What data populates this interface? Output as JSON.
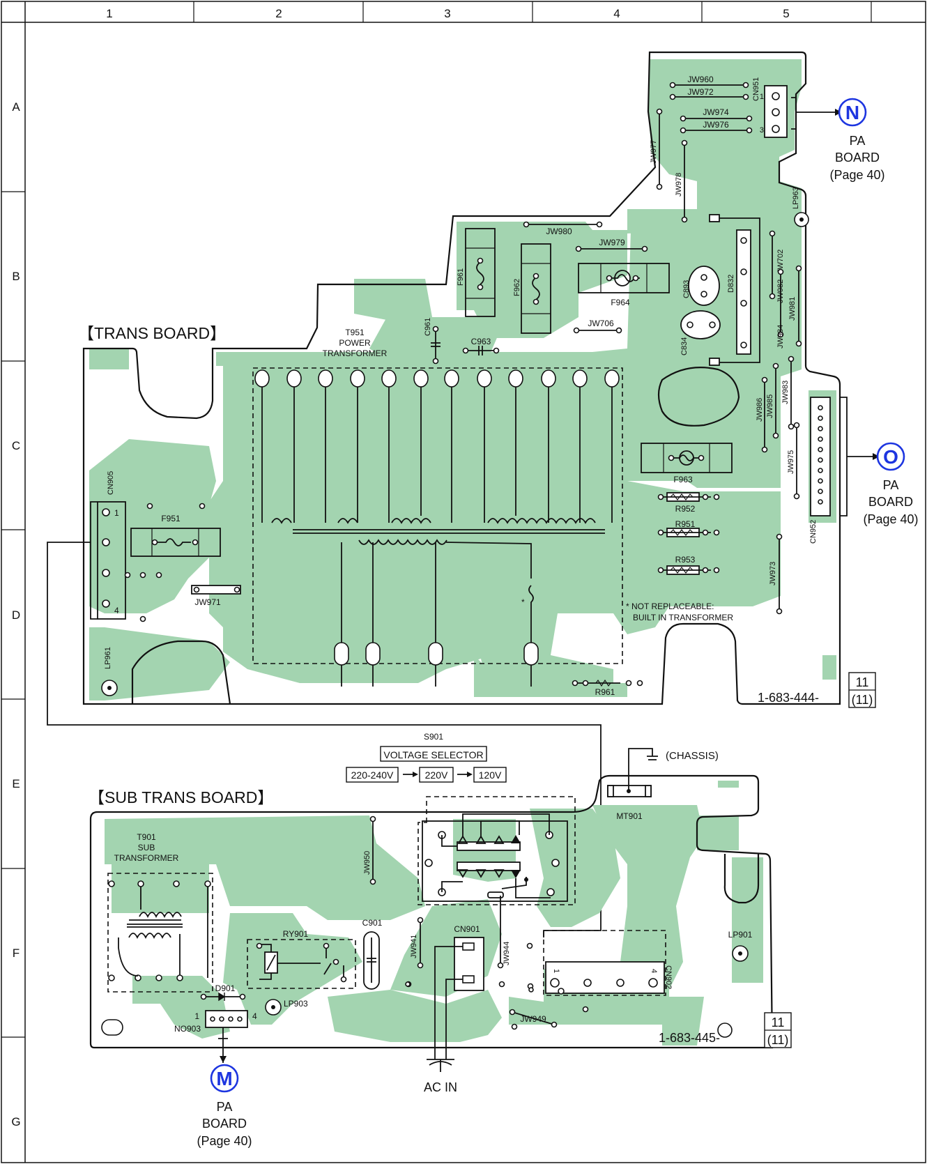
{
  "grid": {
    "columns": [
      "1",
      "2",
      "3",
      "4",
      "5"
    ],
    "rows": [
      "A",
      "B",
      "C",
      "D",
      "E",
      "F",
      "G"
    ]
  },
  "trans_board": {
    "title": "【TRANS BOARD】",
    "transformer": {
      "ref": "T951",
      "line1": "POWER",
      "line2": "TRANSFORMER"
    },
    "note": {
      "line1": "* NOT REPLACEABLE:",
      "line2": "BUILT IN TRANSFORMER",
      "star": "*"
    },
    "part_number": "1-683-444-",
    "rev_top": "11",
    "rev_bottom": "(11)",
    "labels": {
      "cn905": "CN905",
      "f951": "F951",
      "jw971": "JW971",
      "lp961": "LP961",
      "c961": "C961",
      "c963": "C963",
      "f961": "F961",
      "f962": "F962",
      "jw980": "JW980",
      "jw979": "JW979",
      "f964": "F964",
      "jw706": "JW706",
      "c893": "C893",
      "c834": "C834",
      "d832": "D832",
      "jw960": "JW960",
      "jw972": "JW972",
      "jw974": "JW974",
      "jw976": "JW976",
      "cn951": "CN951",
      "jw977": "JW977",
      "jw978": "JW978",
      "lp963": "LP963",
      "jw702": "JW702",
      "jw982": "JW982",
      "jw981": "JW981",
      "jw984": "JW984",
      "jw983": "JW983",
      "jw985": "JW985",
      "jw986": "JW986",
      "jw975": "JW975",
      "cn952": "CN952",
      "f963": "F963",
      "r952": "R952",
      "r951": "R951",
      "r953": "R953",
      "jw973": "JW973",
      "r961": "R961"
    },
    "pins": {
      "cn905_1": "1",
      "cn905_4": "4",
      "cn951_1": "1",
      "cn951_3": "3"
    }
  },
  "sub_trans_board": {
    "title": "【SUB TRANS BOARD】",
    "transformer": {
      "ref": "T901",
      "line1": "SUB",
      "line2": "TRANSFORMER"
    },
    "switch": {
      "ref": "S901",
      "name": "VOLTAGE SELECTOR",
      "options": [
        "220-240V",
        "220V",
        "120V"
      ]
    },
    "chassis": "(CHASSIS)",
    "part_number": "1-683-445-",
    "rev_top": "11",
    "rev_bottom": "(11)",
    "ac_in": "AC IN",
    "labels": {
      "jw950": "JW950",
      "c901": "C901",
      "cn901": "CN901",
      "jw941": "JW941",
      "jw944": "JW944",
      "ry901": "RY901",
      "d901": "D901",
      "lp903": "LP903",
      "no903": "NO903",
      "jw949": "JW949",
      "cn902": "CN902",
      "lp901": "LP901",
      "mt901": "MT901"
    },
    "pins": {
      "no903_1": "1",
      "no903_4": "4",
      "cn902_1": "1",
      "cn902_4": "4"
    }
  },
  "connectors": [
    {
      "id": "N",
      "line1": "PA",
      "line2": "BOARD",
      "line3": "(Page 40)"
    },
    {
      "id": "O",
      "line1": "PA",
      "line2": "BOARD",
      "line3": "(Page 40)"
    },
    {
      "id": "M",
      "line1": "PA",
      "line2": "BOARD",
      "line3": "(Page 40)"
    }
  ],
  "colors": {
    "copper": "#a3d4b0",
    "marker": "#1d35e0",
    "ink": "#111111"
  }
}
